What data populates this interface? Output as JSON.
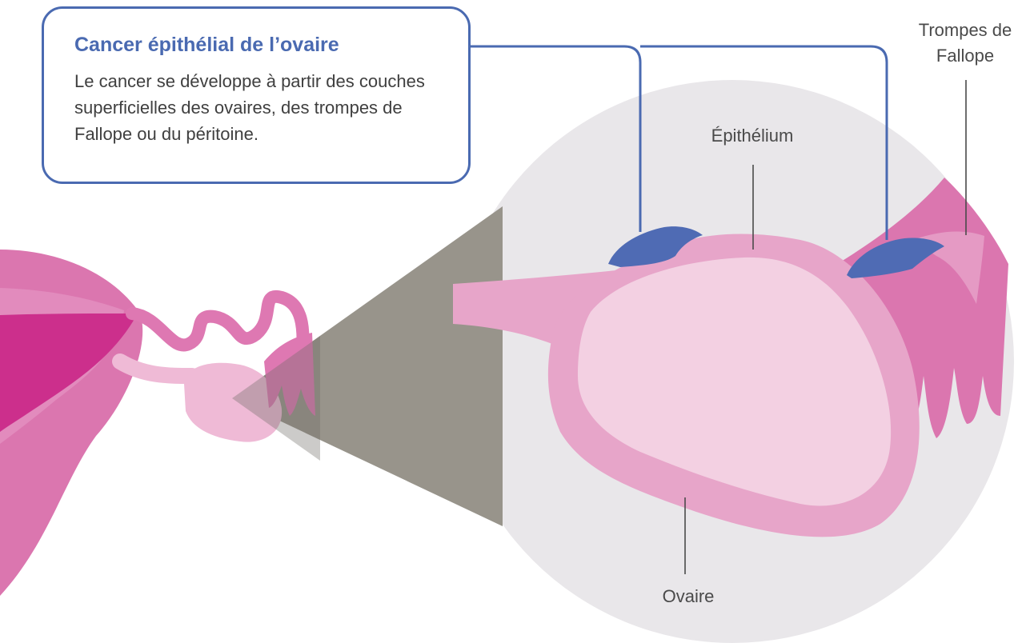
{
  "callout": {
    "title": "Cancer épithélial de l’ovaire",
    "body": "Le cancer se développe à partir des couches superficielles des ovaires, des trompes de Fallope ou du péritoine."
  },
  "labels": {
    "fallopian_tubes_line1": "Trompes de",
    "fallopian_tubes_line2": "Fallope",
    "epithelium": "Épithélium",
    "ovary": "Ovaire"
  },
  "colors": {
    "accent_blue": "#4a6ab1",
    "tumor_blue": "#4f6bb4",
    "magnifier_bg": "#e9e7ea",
    "funnel_gray": "#98948b",
    "uterus_dark": "#cc2f8c",
    "uterus_pink": "#db76af",
    "ovary_light": "#f3d0e2",
    "ovary_rim": "#e7a5c9",
    "tube_pink": "#de78b2"
  }
}
